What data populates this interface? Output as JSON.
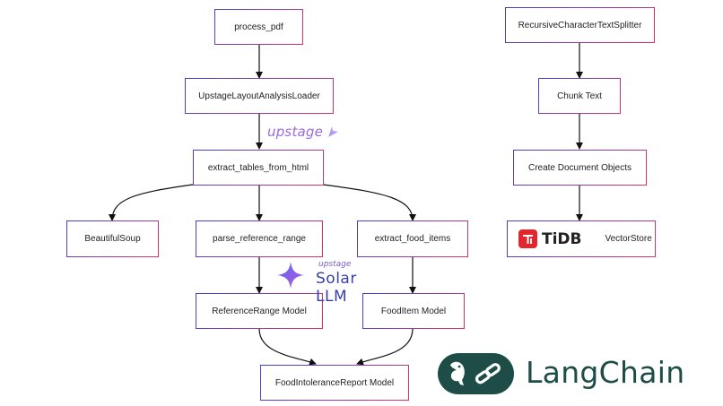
{
  "nodes": {
    "process_pdf": "process_pdf",
    "loader": "UpstageLayoutAnalysisLoader",
    "extract_tables": "extract_tables_from_html",
    "beautifulsoup": "BeautifulSoup",
    "parse_range": "parse_reference_range",
    "extract_food": "extract_food_items",
    "reference_model": "ReferenceRange Model",
    "fooditem_model": "FoodItem Model",
    "report_model": "FoodIntoleranceReport Model",
    "splitter": "RecursiveCharacterTextSplitter",
    "chunk": "Chunk Text",
    "create_docs": "Create Document Objects",
    "vectorstore": "VectorStore"
  },
  "logos": {
    "upstage": "upstage",
    "solar_upstage": "upstage",
    "solar_llm": "Solar LLM",
    "tidb": "TiDB",
    "langchain": "LangChain"
  },
  "colors": {
    "border_start": "#3b3fd8",
    "border_end": "#e0335a",
    "edge": "#111111",
    "langchain_green": "#1e4d47",
    "tidb_red": "#e3262e",
    "upstage_purple": "#9a6ae0"
  },
  "icons": [
    "upstage-sparkle-icon",
    "solar-star-icon",
    "tidb-icon",
    "langchain-parrot-link-icon"
  ]
}
